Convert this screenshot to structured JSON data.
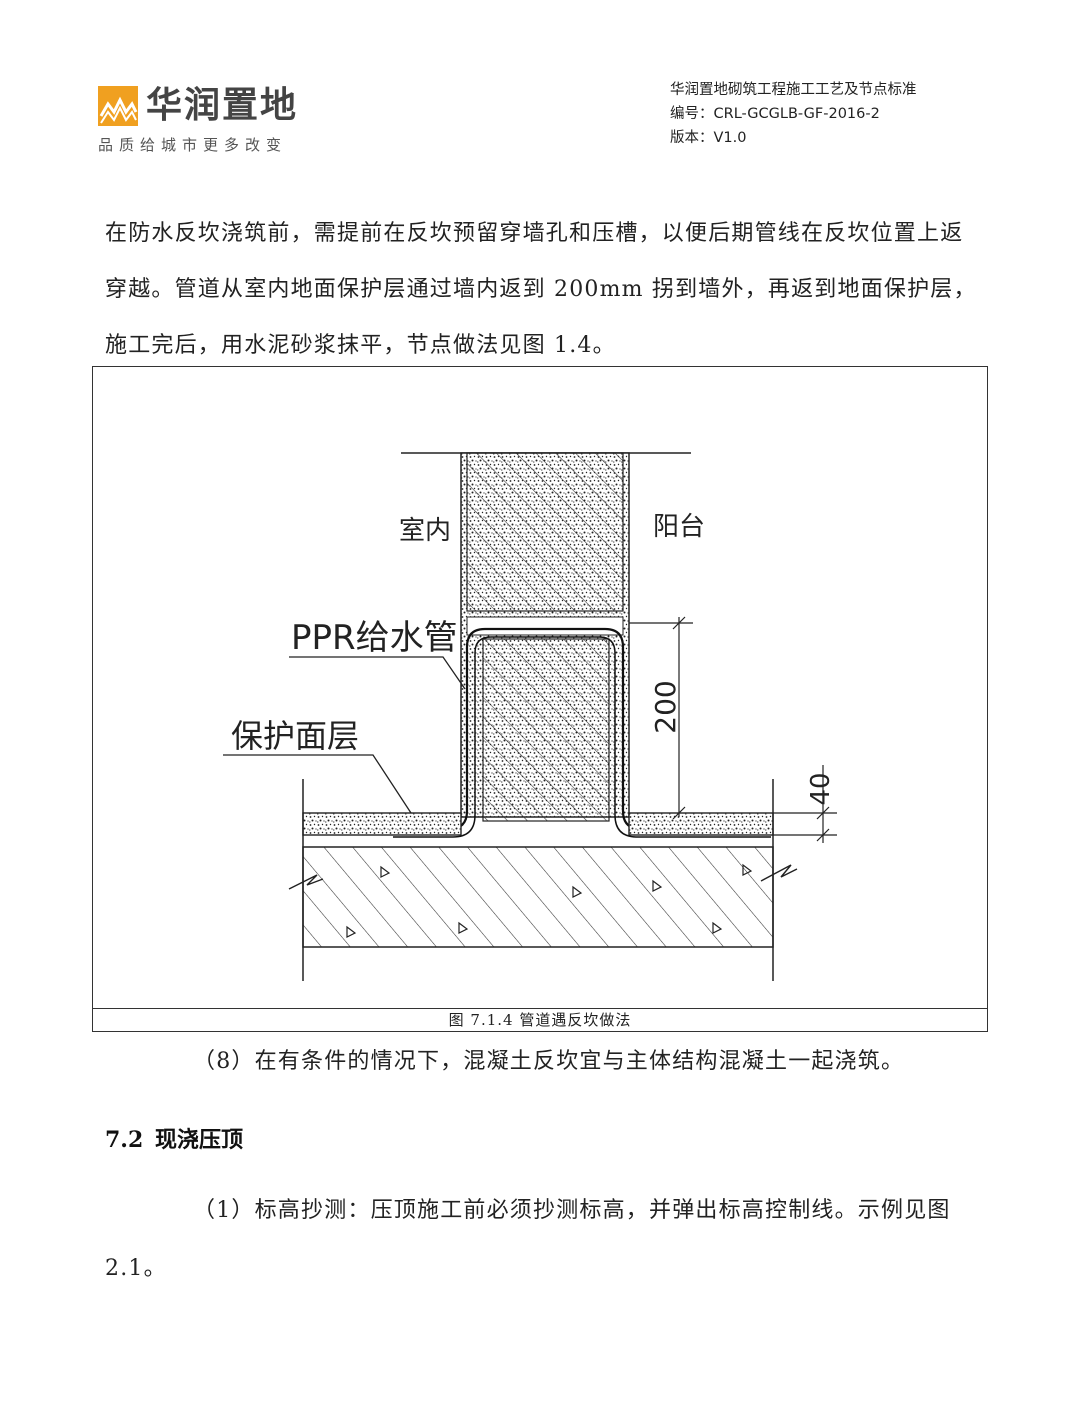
{
  "header": {
    "brand": "华润置地",
    "slogan": "品质给城市更多改变",
    "doc_title": "华润置地砌筑工程施工工艺及节点标准",
    "doc_number": "编号：CRL-GCGLB-GF-2016-2",
    "doc_version": "版本：V1.0",
    "brand_color": "#f0a020"
  },
  "body": {
    "paragraph_1": "在防水反坎浇筑前，需提前在反坎预留穿墙孔和压槽，以便后期管线在反坎位置上返穿越。管道从室内地面保护层通过墙内返到 200mm 拐到墙外，再返到地面保护层，施工完后，用水泥砂浆抹平，节点做法见图 1.4。",
    "paragraph_2": "（8）在有条件的情况下，混凝土反坎宜与主体结构混凝土一起浇筑。",
    "section_number": "7.2",
    "section_title": "现浇压顶",
    "paragraph_3": "（1）标高抄测：压顶施工前必须抄测标高，并弹出标高控制线。示例见图2.1。"
  },
  "figure": {
    "caption": "图 7.1.4 管道遇反坎做法",
    "label_indoor": "室内",
    "label_balcony": "阳台",
    "label_pipe": "PPR给水管",
    "label_protect": "保护面层",
    "dim_200": "200",
    "dim_40": "40"
  }
}
